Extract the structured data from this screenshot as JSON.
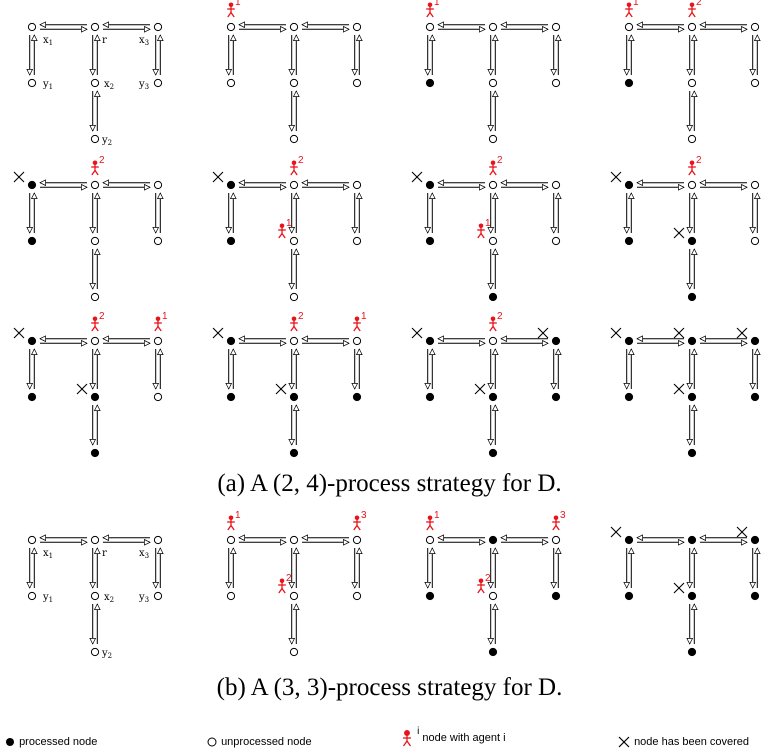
{
  "diagram": {
    "node_labels": {
      "x1": "x",
      "x1_sub": "1",
      "r": "r",
      "x3": "x",
      "x3_sub": "3",
      "y1": "y",
      "y1_sub": "1",
      "x2": "x",
      "x2_sub": "2",
      "y3": "y",
      "y3_sub": "3",
      "y2": "y",
      "y2_sub": "2"
    },
    "section_a": {
      "caption": "(a) A (2, 4)-process strategy for D.",
      "panels": [
        {
          "show_labels": true,
          "processed": [],
          "covered": [],
          "agents": []
        },
        {
          "processed": [],
          "covered": [],
          "agents": [
            {
              "node": "x1",
              "n": "1"
            }
          ]
        },
        {
          "processed": [
            "y1"
          ],
          "covered": [],
          "agents": [
            {
              "node": "x1",
              "n": "1"
            }
          ]
        },
        {
          "processed": [
            "y1"
          ],
          "covered": [],
          "agents": [
            {
              "node": "x1",
              "n": "1"
            },
            {
              "node": "r",
              "n": "2"
            }
          ]
        },
        {
          "processed": [
            "y1",
            "x1"
          ],
          "covered": [
            "x1"
          ],
          "agents": [
            {
              "node": "r",
              "n": "2"
            }
          ]
        },
        {
          "processed": [
            "y1",
            "x1"
          ],
          "covered": [
            "x1"
          ],
          "agents": [
            {
              "node": "r",
              "n": "2"
            },
            {
              "node": "x2",
              "n": "1"
            }
          ]
        },
        {
          "processed": [
            "y1",
            "x1",
            "y2"
          ],
          "covered": [
            "x1"
          ],
          "agents": [
            {
              "node": "r",
              "n": "2"
            },
            {
              "node": "x2",
              "n": "1"
            }
          ]
        },
        {
          "processed": [
            "y1",
            "x1",
            "y2",
            "x2"
          ],
          "covered": [
            "x1",
            "x2"
          ],
          "agents": [
            {
              "node": "r",
              "n": "2"
            }
          ]
        },
        {
          "processed": [
            "y1",
            "x1",
            "y2",
            "x2"
          ],
          "covered": [
            "x1",
            "x2"
          ],
          "agents": [
            {
              "node": "r",
              "n": "2"
            },
            {
              "node": "x3",
              "n": "1"
            }
          ]
        },
        {
          "processed": [
            "y1",
            "x1",
            "y2",
            "x2",
            "y3"
          ],
          "covered": [
            "x1",
            "x2"
          ],
          "agents": [
            {
              "node": "r",
              "n": "2"
            },
            {
              "node": "x3",
              "n": "1"
            }
          ]
        },
        {
          "processed": [
            "y1",
            "x1",
            "y2",
            "x2",
            "y3",
            "x3"
          ],
          "covered": [
            "x1",
            "x2",
            "x3"
          ],
          "agents": [
            {
              "node": "r",
              "n": "2"
            }
          ]
        },
        {
          "processed": [
            "y1",
            "x1",
            "y2",
            "x2",
            "y3",
            "x3",
            "r"
          ],
          "covered": [
            "x1",
            "x2",
            "x3",
            "r"
          ],
          "agents": []
        }
      ]
    },
    "section_b": {
      "caption": "(b) A (3, 3)-process strategy for D.",
      "panels": [
        {
          "show_labels": true,
          "processed": [],
          "covered": [],
          "agents": []
        },
        {
          "processed": [],
          "covered": [],
          "agents": [
            {
              "node": "x1",
              "n": "1"
            },
            {
              "node": "x2",
              "n": "2"
            },
            {
              "node": "x3",
              "n": "3"
            }
          ]
        },
        {
          "processed": [
            "r",
            "y1",
            "y2",
            "y3"
          ],
          "covered": [],
          "agents": [
            {
              "node": "x1",
              "n": "1"
            },
            {
              "node": "x2",
              "n": "2"
            },
            {
              "node": "x3",
              "n": "3"
            }
          ]
        },
        {
          "processed": [
            "r",
            "y1",
            "y2",
            "y3",
            "x1",
            "x2",
            "x3"
          ],
          "covered": [
            "x1",
            "x2",
            "x3"
          ],
          "agents": []
        }
      ]
    },
    "legend": {
      "processed": "processed node",
      "unprocessed": "unprocessed node",
      "agent_sup": "i",
      "agent": "node with agent i",
      "covered": "node has been covered"
    },
    "colors": {
      "agent": "#e8141b",
      "line": "#000000"
    }
  }
}
